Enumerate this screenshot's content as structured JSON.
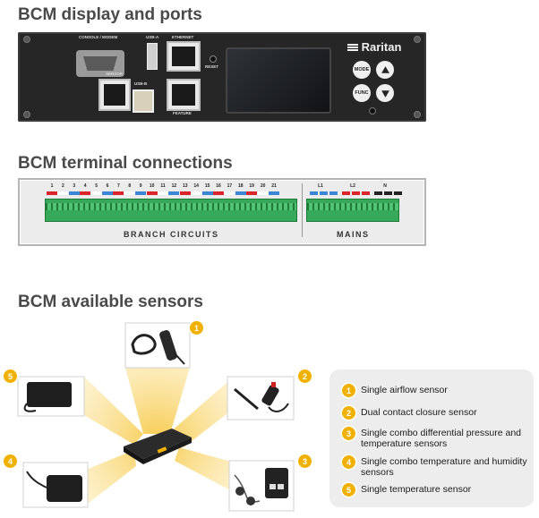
{
  "headings": {
    "display": "BCM display and ports",
    "terminal": "BCM terminal connections",
    "sensors": "BCM available sensors"
  },
  "panel": {
    "port_labels": {
      "console": "CONSOLE / MODEM",
      "usb_a": "USB-A",
      "ethernet": "ETHERNET",
      "sensor": "SENSOR",
      "usb_b": "USB-B",
      "feature": "FEATURE",
      "reset": "RESET"
    },
    "brand": "Raritan",
    "buttons": {
      "mode": "MODE",
      "func": "FUNC"
    },
    "icons": [
      "up-arrow-icon",
      "down-arrow-icon",
      "raritan-logo-icon"
    ]
  },
  "terminal": {
    "branch_numbers": [
      "1",
      "2",
      "3",
      "4",
      "5",
      "6",
      "7",
      "8",
      "9",
      "10",
      "11",
      "12",
      "13",
      "14",
      "15",
      "16",
      "17",
      "18",
      "19",
      "20",
      "21"
    ],
    "mains_labels": [
      "L1",
      "L2",
      "N"
    ],
    "branch_label": "BRANCH CIRCUITS",
    "mains_label": "MAINS",
    "wire_colors": [
      "#d9242b",
      "#ffffff",
      "#3a86d4",
      "#222222"
    ]
  },
  "sensors": {
    "accent_color": "#f0b100",
    "items": [
      {
        "num": "1",
        "label": "Single airflow sensor"
      },
      {
        "num": "2",
        "label": "Dual contact closure sensor"
      },
      {
        "num": "3",
        "label": "Single combo differential pressure and temperature sensors"
      },
      {
        "num": "4",
        "label": "Single combo temperature and humidity sensors"
      },
      {
        "num": "5",
        "label": "Single temperature sensor"
      }
    ]
  }
}
